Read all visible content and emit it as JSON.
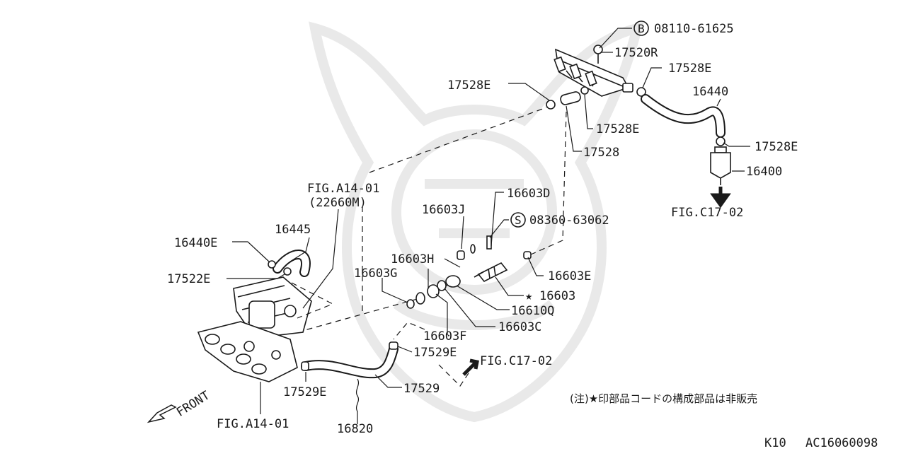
{
  "labels": {
    "p08110": "08110-61625",
    "p17520R": "17520R",
    "p17528E_left": "17528E",
    "p17528E_right": "17528E",
    "p16440": "16440",
    "p17528E_mid": "17528E",
    "p17528E_filter": "17528E",
    "p17528": "17528",
    "p16400": "16400",
    "fig_c17_top": "FIG.C17-02",
    "fig_a14_top": "FIG.A14-01",
    "p22660M": "(22660M)",
    "p16603D": "16603D",
    "p16603J": "16603J",
    "p08360": "08360-63062",
    "p16445": "16445",
    "p16440E": "16440E",
    "p16603H": "16603H",
    "p17522E": "17522E",
    "p16603G": "16603G",
    "p16603E": "16603E",
    "p16603": "16603",
    "p16610Q": "16610Q",
    "p16603C": "16603C",
    "p16603F": "16603F",
    "p17529E_right": "17529E",
    "fig_c17_bottom": "FIG.C17-02",
    "p17529": "17529",
    "p17529E_left": "17529E",
    "front": "FRONT",
    "fig_a14_bottom": "FIG.A14-01",
    "p16820": "16820"
  },
  "badges": {
    "bolt": "B",
    "screw": "S"
  },
  "note": "(注)★印部品コードの構成部品は非販売",
  "footer": {
    "code": "K10",
    "figure_id": "AC16060098"
  }
}
